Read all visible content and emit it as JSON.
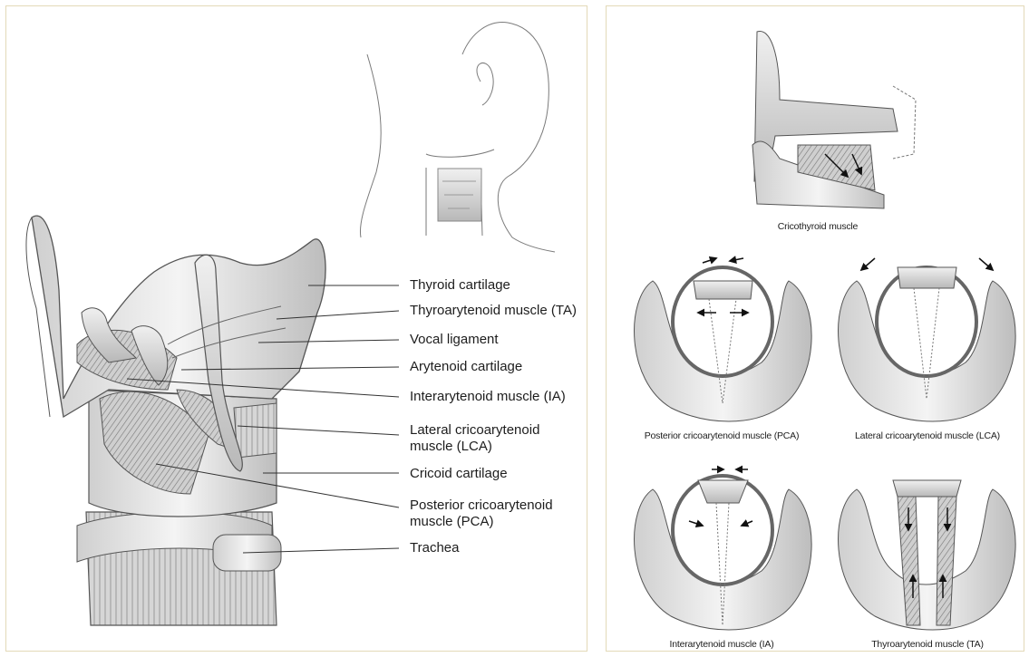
{
  "labels": {
    "thyroid_cartilage": "Thyroid cartilage",
    "thyroarytenoid_muscle": "Thyroarytenoid muscle (TA)",
    "vocal_ligament": "Vocal ligament",
    "arytenoid_cartilage": "Arytenoid cartilage",
    "interarytenoid_muscle": "Interarytenoid muscle (IA)",
    "lateral_cricoarytenoid_line1": "Lateral cricoarytenoid",
    "lateral_cricoarytenoid_line2": "muscle (LCA)",
    "cricoid_cartilage": "Cricoid cartilage",
    "posterior_cricoarytenoid_line1": "Posterior cricoarytenoid",
    "posterior_cricoarytenoid_line2": "muscle (PCA)",
    "trachea": "Trachea"
  },
  "captions": {
    "cricothyroid": "Cricothyroid muscle",
    "pca": "Posterior cricoarytenoid muscle (PCA)",
    "lca": "Lateral cricoarytenoid muscle (LCA)",
    "ia": "Interarytenoid muscle (IA)",
    "ta": "Thyroarytenoid muscle (TA)"
  }
}
